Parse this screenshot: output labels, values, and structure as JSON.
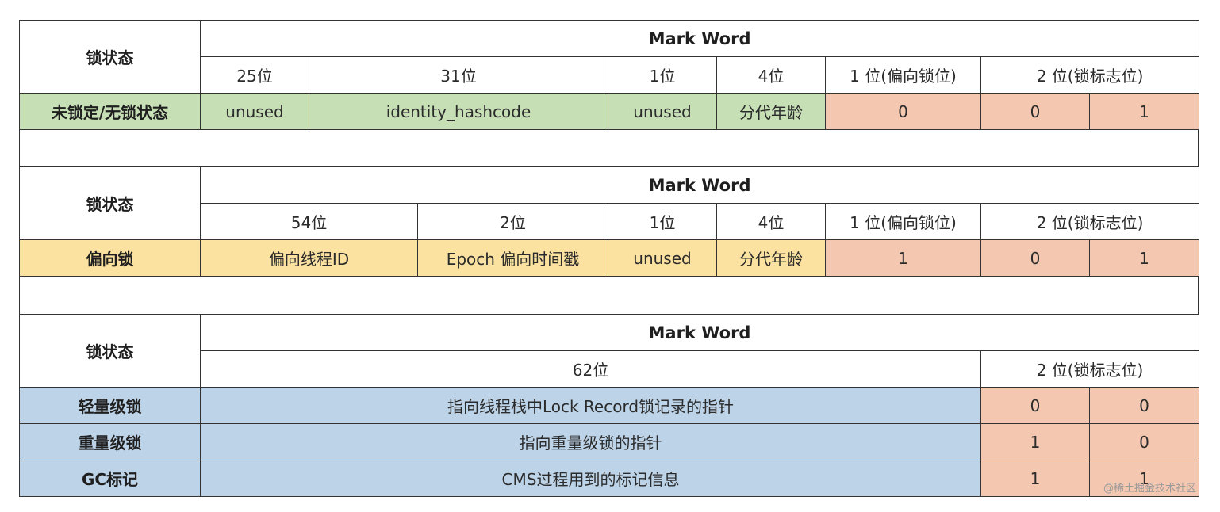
{
  "colors": {
    "green": "#c6dfb5",
    "orange": "#f3c7b0",
    "yellow": "#fbe2a0",
    "blue": "#bcd3e8",
    "border": "#333333"
  },
  "table1": {
    "state_header": "锁状态",
    "title": "Mark Word",
    "bits": [
      "25位",
      "31位",
      "1位",
      "4位",
      "1 位(偏向锁位)",
      "2 位(锁标志位)"
    ],
    "row": {
      "state": "未锁定/无锁状态",
      "cells": [
        "unused",
        "identity_hashcode",
        "unused",
        "分代年龄",
        "0",
        "0",
        "1"
      ]
    }
  },
  "table2": {
    "state_header": "锁状态",
    "title": "Mark Word",
    "bits": [
      "54位",
      "2位",
      "1位",
      "4位",
      "1 位(偏向锁位)",
      "2 位(锁标志位)"
    ],
    "row": {
      "state": "偏向锁",
      "cells": [
        "偏向线程ID",
        "Epoch 偏向时间戳",
        "unused",
        "分代年龄",
        "1",
        "0",
        "1"
      ]
    }
  },
  "table3": {
    "state_header": "锁状态",
    "title": "Mark Word",
    "bits": [
      "62位",
      "2 位(锁标志位)"
    ],
    "rows": [
      {
        "state": "轻量级锁",
        "desc": "指向线程栈中Lock Record锁记录的指针",
        "flag1": "0",
        "flag2": "0"
      },
      {
        "state": "重量级锁",
        "desc": "指向重量级锁的指针",
        "flag1": "1",
        "flag2": "0"
      },
      {
        "state": "GC标记",
        "desc": "CMS过程用到的标记信息",
        "flag1": "1",
        "flag2": "1"
      }
    ]
  },
  "watermark": "@稀土掘金技术社区"
}
